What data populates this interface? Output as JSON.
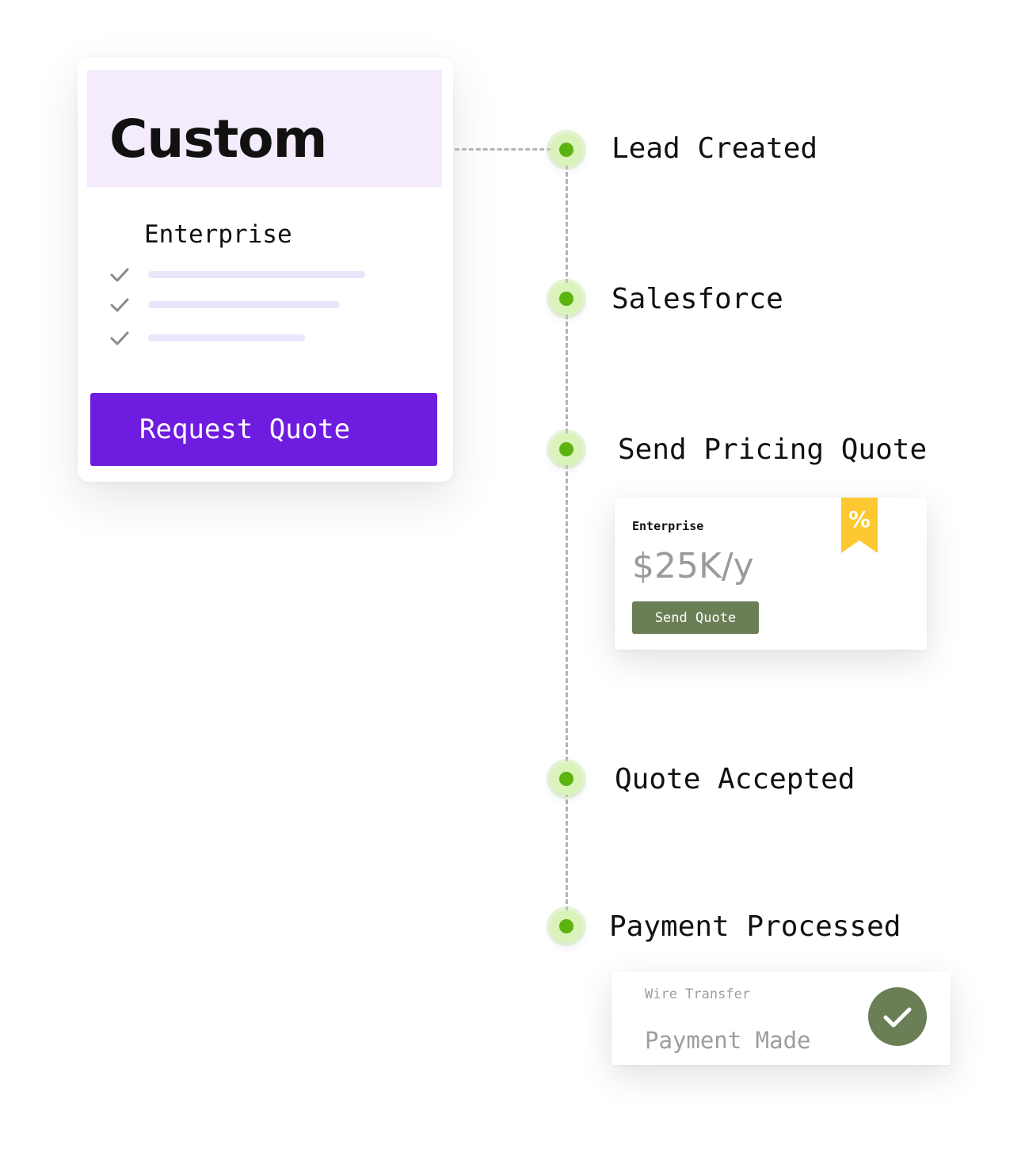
{
  "plan_card": {
    "title": "Custom",
    "subtitle": "Enterprise",
    "button_label": "Request Quote",
    "feature_count": 3
  },
  "timeline": {
    "steps": [
      {
        "label": "Lead Created"
      },
      {
        "label": "Salesforce"
      },
      {
        "label": "Send Pricing Quote"
      },
      {
        "label": "Quote Accepted"
      },
      {
        "label": "Payment Processed"
      }
    ]
  },
  "quote_card": {
    "plan": "Enterprise",
    "price": "$25K/y",
    "button_label": "Send Quote",
    "badge_symbol": "%"
  },
  "payment_card": {
    "method": "Wire Transfer",
    "status": "Payment Made"
  },
  "colors": {
    "accent_purple": "#6e1cdf",
    "header_lavender": "#f4ecfd",
    "node_green": "#5cb30f",
    "olive_button": "#6b7f56",
    "badge_yellow": "#fdc830"
  },
  "icons": [
    "check-icon",
    "percent-badge-icon",
    "checkmark-circle-icon"
  ]
}
